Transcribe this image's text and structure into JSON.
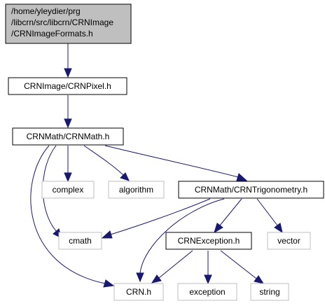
{
  "nodes": {
    "root": {
      "lines": [
        "/home/yleydier/prg",
        "/libcrn/src/libcrn/CRNImage",
        "/CRNImageFormats.h"
      ]
    },
    "pixel": {
      "label": "CRNImage/CRNPixel.h"
    },
    "math": {
      "label": "CRNMath/CRNMath.h"
    },
    "complex": {
      "label": "complex"
    },
    "algorithm": {
      "label": "algorithm"
    },
    "trig": {
      "label": "CRNMath/CRNTrigonometry.h"
    },
    "cmath": {
      "label": "cmath"
    },
    "exception_h": {
      "label": "CRNException.h"
    },
    "vector": {
      "label": "vector"
    },
    "crn": {
      "label": "CRN.h"
    },
    "exception": {
      "label": "exception"
    },
    "string": {
      "label": "string"
    }
  },
  "colors": {
    "edge": "#191970",
    "root_fill": "#bfbfbf",
    "external_border": "#bfbfbf",
    "node_border": "#000000"
  }
}
